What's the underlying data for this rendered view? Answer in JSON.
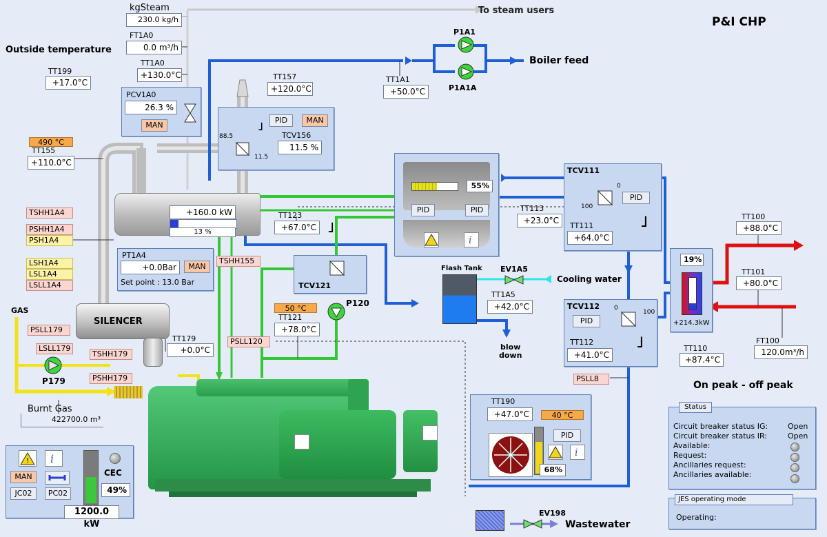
{
  "title": "P&I CHP",
  "outside_temperature": {
    "label": "Outside temperature",
    "tag": "TT199",
    "value": "+17.0°C"
  },
  "steam": {
    "label": "kgSteam",
    "value": "230.0 kg/h",
    "users": "To steam users"
  },
  "ft1a0": {
    "tag": "FT1A0",
    "value": "0.0 m³/h"
  },
  "tt1a0": {
    "tag": "TT1A0",
    "value": "+130.0°C"
  },
  "pcv1a0": {
    "tag": "PCV1A0",
    "value": "26.3 %",
    "man": "MAN"
  },
  "boiler_feed": {
    "label": "Boiler feed",
    "pump1": "P1A1",
    "pump2": "P1A1A",
    "tt_tag": "TT1A1",
    "tt_value": "+50.0°C"
  },
  "tt157": {
    "tag": "TT157",
    "value": "+120.0°C"
  },
  "tcv156": {
    "tag": "TCV156",
    "value": "11.5 %",
    "pid": "PID",
    "man": "MAN",
    "left": "88.5",
    "right": "11.5"
  },
  "tt155": {
    "tag": "TT155",
    "value": "+110.0°C",
    "alarm": "490 °C"
  },
  "exchanger": {
    "power": "+160.0 kW",
    "percent": "13  %"
  },
  "alarms_left": [
    "TSHH1A4",
    "PSHH1A4",
    "PSH1A4",
    "LSH1A4",
    "LSL1A4",
    "LSLL1A4"
  ],
  "pt1a4": {
    "tag": "PT1A4",
    "value": "+0.0Bar",
    "man": "MAN",
    "setpoint": "Set point : 13.0 Bar"
  },
  "tshh155": "TSHH155",
  "silencer": "SILENCER",
  "gas": {
    "label": "GAS",
    "psll": "PSLL179",
    "lsll": "LSLL179",
    "tshh": "TSHH179",
    "pshh": "PSHH179",
    "pump": "P179"
  },
  "tt179": {
    "tag": "TT179",
    "value": "+0.0°C"
  },
  "burnt_gas": {
    "label": "Burnt Gas",
    "value": "422700.0 m³"
  },
  "engine_panel": {
    "man": "MAN",
    "jc": "JC02",
    "pc": "PC02",
    "cec": "CEC",
    "percent": "49%",
    "power": "1200.0 kW",
    "level": 0.49
  },
  "tt123": {
    "tag": "TT123",
    "value": "+67.0°C"
  },
  "tcv121": {
    "tag": "TCV121"
  },
  "p120": "P120",
  "tt121": {
    "tag": "TT121",
    "value": "+78.0°C",
    "alarm": "50 °C"
  },
  "psll120": "PSLL120",
  "radiator": {
    "percent": "55%",
    "pid1": "PID",
    "pid2": "PID",
    "level": 0.55
  },
  "tt113": {
    "tag": "TT113",
    "value": "+23.0°C"
  },
  "tcv111": {
    "tag": "TCV111",
    "pid": "PID",
    "zero": "0",
    "hundred": "100",
    "tt_tag": "TT111",
    "tt_value": "+64.0°C"
  },
  "flash_tank": {
    "label": "Flash Tank",
    "ev": "EV1A5",
    "cooling": "Cooling water",
    "tt_tag": "TT1A5",
    "tt_value": "+42.0°C",
    "blowdown": "blow\ndown"
  },
  "tcv112": {
    "tag": "TCV112",
    "pid": "PID",
    "zero": "0",
    "hundred": "100",
    "tt_tag": "TT112",
    "tt_value": "+41.0°C"
  },
  "psll8": "PSLL8",
  "tt110": {
    "tag": "TT110",
    "value": "+87.4°C"
  },
  "heatx": {
    "percent": "19%",
    "power": "+214.3kW"
  },
  "tt100": {
    "tag": "TT100",
    "value": "+88.0°C"
  },
  "tt101": {
    "tag": "TT101",
    "value": "+80.0°C"
  },
  "ft100": {
    "tag": "FT100",
    "value": "120.0m³/h"
  },
  "fan": {
    "tag": "TT190",
    "value": "+47.0°C",
    "alarm": "40 °C",
    "pid": "PID",
    "percent": "68%",
    "level": 0.68
  },
  "peak": "On peak - off peak",
  "status": {
    "title": "Status",
    "rows": [
      {
        "label": "Circuit breaker status IG:",
        "value": "Open"
      },
      {
        "label": "Circuit breaker status IR:",
        "value": "Open"
      },
      {
        "label": "Available:",
        "value": ""
      },
      {
        "label": "Request:",
        "value": ""
      },
      {
        "label": "Ancillaries request:",
        "value": ""
      },
      {
        "label": "Ancillaries available:",
        "value": ""
      }
    ]
  },
  "jes": {
    "title": "JES operating mode",
    "operating": "Operating:"
  },
  "wastewater": {
    "label": "Wastewater",
    "ev": "EV198"
  },
  "colors": {
    "blue_pipe": "#1f5fd6",
    "green_pipe": "#33c833",
    "yellow_pipe": "#f2e21a",
    "red_pipe": "#e01010",
    "engine": "#2fb35a"
  }
}
